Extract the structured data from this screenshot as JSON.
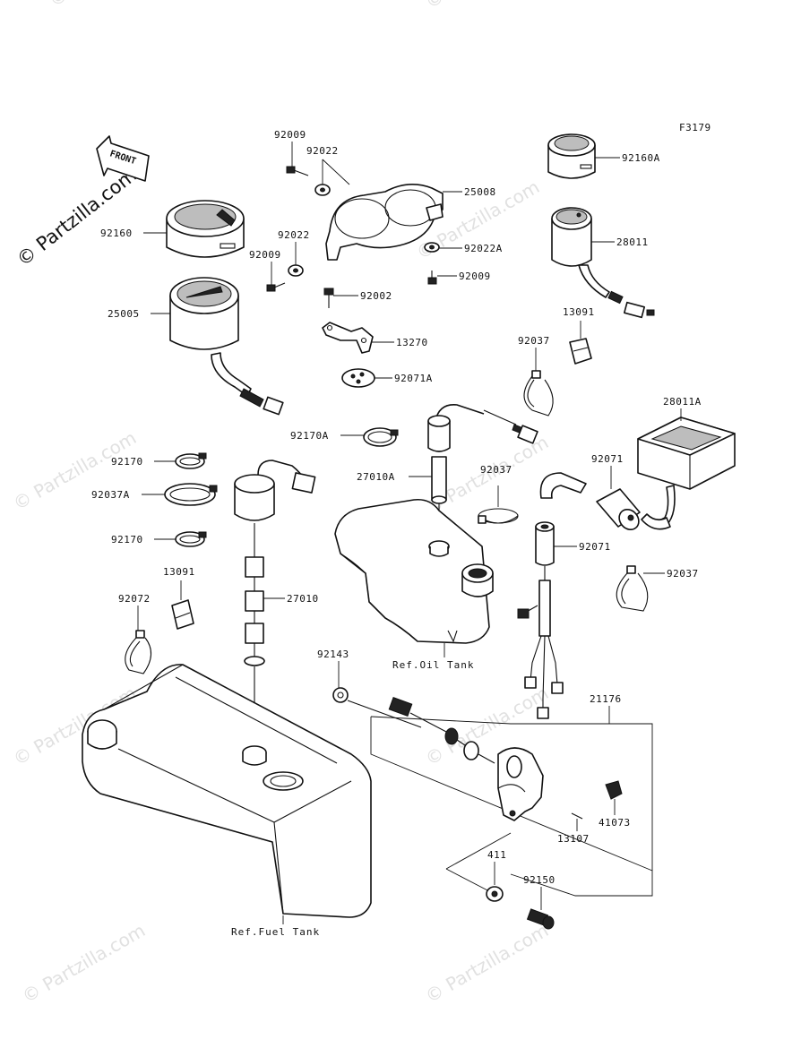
{
  "figure_code": "F3179",
  "copyright": "© Partzilla.com",
  "watermark": "© Partzilla.com",
  "front_arrow": "FRONT",
  "refs": {
    "oil_tank": "Ref.Oil Tank",
    "fuel_tank": "Ref.Fuel Tank"
  },
  "parts": {
    "p92009a": "92009",
    "p92022a": "92022",
    "p25008": "25008",
    "p92160": "92160",
    "p92022b": "92022",
    "p92009b": "92009",
    "p92022A": "92022A",
    "p92009c": "92009",
    "p92002": "92002",
    "p25005": "25005",
    "p13270": "13270",
    "p92071A": "92071A",
    "p92160A": "92160A",
    "p28011": "28011",
    "p13091a": "13091",
    "p92037a": "92037",
    "p28011A": "28011A",
    "p92170A": "92170A",
    "p92170a": "92170",
    "p27010A": "27010A",
    "p92037b": "92037",
    "p92071a": "92071",
    "p92037A": "92037A",
    "p92170b": "92170",
    "p92071b": "92071",
    "p13091b": "13091",
    "p92037c": "92037",
    "p27010": "27010",
    "p92072": "92072",
    "p92143": "92143",
    "p21176": "21176",
    "p41073": "41073",
    "p13107": "13107",
    "p411": "411",
    "p92150": "92150"
  }
}
